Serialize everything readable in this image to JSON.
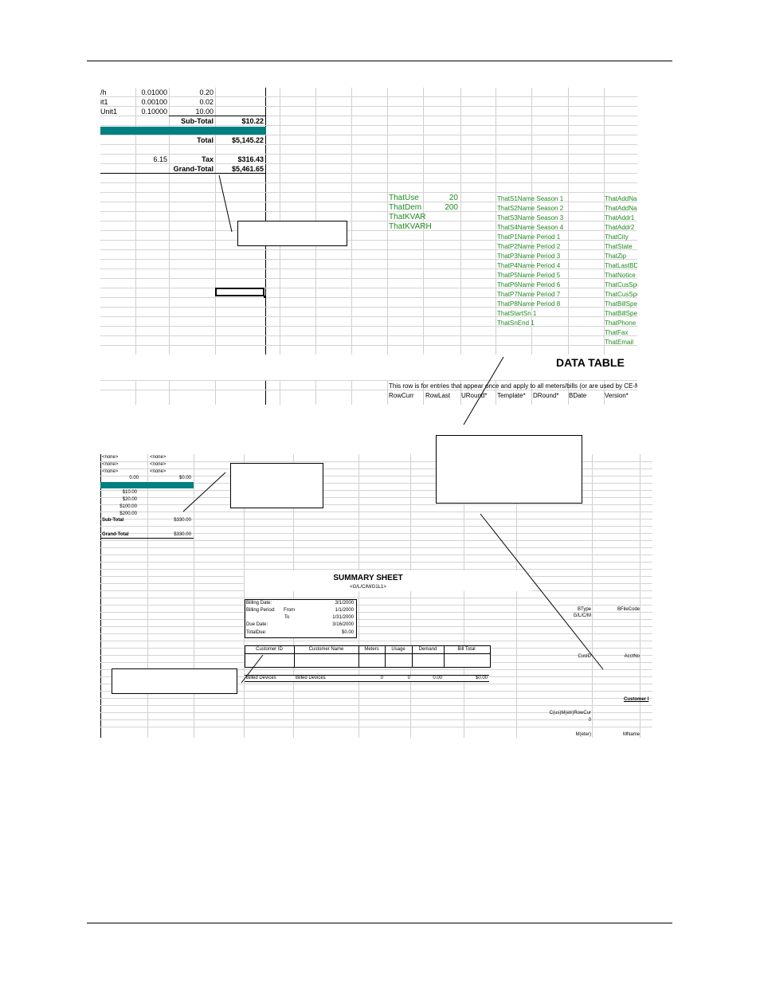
{
  "top_sheet": {
    "rows": [
      {
        "label": "/h",
        "rate": "0.01000",
        "amount": "0.20"
      },
      {
        "label": "it1",
        "rate": "0.00100",
        "amount": "0.02"
      },
      {
        "label": "Unit1",
        "rate": "0.10000",
        "amount": "10.00"
      }
    ],
    "subtotal_label": "Sub-Total",
    "subtotal_value": "$10.22",
    "total_label": "Total",
    "total_value": "$5,145.22",
    "tax_rate": "6.15",
    "tax_label": "Tax",
    "tax_value": "$316.43",
    "grandtotal_label": "Grand-Total",
    "grandtotal_value": "$5,461.65",
    "green_col1": [
      {
        "name": "ThatUse",
        "value": "20"
      },
      {
        "name": "ThatDem",
        "value": "200"
      },
      {
        "name": "ThatKVAR",
        "value": ""
      },
      {
        "name": "ThatKVARH",
        "value": ""
      }
    ],
    "green_col2": [
      "ThatS1Name Season 1",
      "ThatS2Name Season 2",
      "ThatS3Name Season 3",
      "ThatS4Name Season 4",
      "ThatP1Name Period 1",
      "ThatP2Name Period 2",
      "ThatP3Name Period 3",
      "ThatP4Name Period 4",
      "ThatP5Name Period 5",
      "ThatP6Name Period 6",
      "ThatP7Name Period 7",
      "ThatP8Name Period 8",
      "ThatStartSn 1",
      "ThatSnEnd 1"
    ],
    "green_col3": [
      "ThatAddNa",
      "ThatAddNa",
      "ThatAddr1",
      "ThatAddr2",
      "ThatCity",
      "ThatState",
      "ThatZip",
      "ThatLastBD",
      "ThatNotice",
      "ThatCusSpe",
      "ThatCusSpe",
      "ThatBillSpec",
      "ThatBillSpec",
      "ThatPhone",
      "ThatFax",
      "ThatEmail"
    ],
    "data_table_title": "DATA TABLE",
    "note": "This row is for entries that appear once and apply to all meters/bills (or are used by CE-MON) i",
    "header_row": [
      "RowCurr",
      "RowLast",
      "URound*",
      "Template*",
      "DRound*",
      "BDate",
      "Version*"
    ]
  },
  "bottom_sheet": {
    "none_rows": [
      [
        "<none>",
        "<none>"
      ],
      [
        "<none>",
        "<none>"
      ],
      [
        "<none>",
        "<none>"
      ]
    ],
    "zero_value": "0.00",
    "zero_amount": "$0.00",
    "amounts": [
      "$10.00",
      "$20.00",
      "$100.00",
      "$200.00"
    ],
    "subtotal_label": "Sub-Total",
    "subtotal_value": "$330.00",
    "grandtotal_label": "Grand-Total",
    "grandtotal_value": "$330.00",
    "summary_title": "SUMMARY SHEET",
    "summary_subtitle": "<G/L/C/M/G1L1>",
    "billing": {
      "billing_date_label": "Billing Date:",
      "billing_date": "3/1/2000",
      "billing_period_label": "Billing Period:",
      "from_label": "From",
      "from": "1/1/2000",
      "to_label": "To",
      "to": "1/31/2000",
      "due_date_label": "Due Date:",
      "due_date": "3/16/2000",
      "total_due_label": "TotalDue:",
      "total_due": "$0.00"
    },
    "table_headers": [
      "Customer ID",
      "Customer Name",
      "Meters",
      "Usage",
      "Demand",
      "Bill Total"
    ],
    "billed_row": [
      "Billed Devices",
      "Billed Devices",
      "0",
      "0",
      "0.00",
      "$0.00"
    ],
    "right_labels": {
      "btype": "BType",
      "bfilecode": "BFileCode",
      "glcm": "G/L/C/M",
      "cusid": "CusID",
      "acctno": "AcctNo",
      "customer": "Customer I",
      "rowcur": "C(us)M(etr)RowCur",
      "rowcur_value": "0",
      "meter": "M(eter)",
      "mname": "MName"
    }
  }
}
